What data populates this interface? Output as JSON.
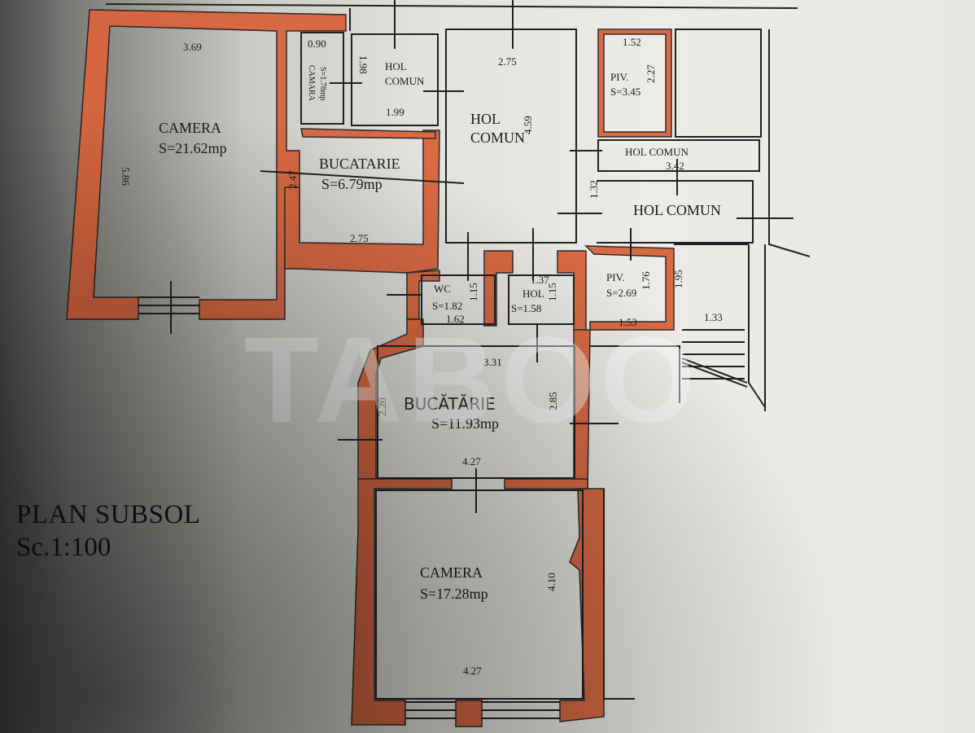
{
  "plan": {
    "title": "PLAN SUBSOL",
    "scale": "Sc.1:100"
  },
  "watermark": "TABOO",
  "colors": {
    "wall_red": "#d9643c",
    "line": "#222222",
    "paper": "#e9e8e4"
  },
  "rooms": {
    "camera_large": {
      "name": "CAMERA",
      "area": "S=21.62mp",
      "dim_top": "3.69",
      "dim_side": "5.86"
    },
    "camara": {
      "name": "CAMARA",
      "area": "S=1.78mp",
      "dim_top": "0.90"
    },
    "hol_comun_small": {
      "name_1": "HOL",
      "name_2": "COMUN",
      "dim_side": "1.98",
      "dim_bottom": "1.99"
    },
    "hol_comun_mid": {
      "name_1": "HOL",
      "name_2": "COMUN",
      "dim_top": "2.75",
      "dim_side": "4.59"
    },
    "bucatarie_small": {
      "name": "BUCATARIE",
      "area": "S=6.79mp",
      "dim_side": "2.47",
      "dim_bottom": "2.75"
    },
    "piv_top": {
      "name": "PIV.",
      "area": "S=3.45",
      "dim_top": "1.52",
      "dim_side": "2.27"
    },
    "hol_comun_strip": {
      "name": "HOL COMUN",
      "dim": "3.42"
    },
    "hol_comun_right": {
      "name": "HOL COMUN",
      "dim_side": "1.32"
    },
    "wc": {
      "name": "WC",
      "area": "S=1.82",
      "dim_bottom": "1.62",
      "dim_side": "1.15"
    },
    "hol_small": {
      "name": "HOL",
      "area": "S=1.58",
      "dim_top": "1.37",
      "dim_side": "1.15"
    },
    "piv_bottom": {
      "name": "PIV.",
      "area": "S=2.69",
      "dim_side": "1.76",
      "dim_bottom": "1.53"
    },
    "stair_area": {
      "dim_side": "1.95",
      "dim_bottom": "1.33"
    },
    "bucatarie_large": {
      "name": "BUCĂTĂRIE",
      "area": "S=11.93mp",
      "dim_top": "3.31",
      "dim_left": "2.20",
      "dim_right": "2.85",
      "dim_bottom": "4.27"
    },
    "camera_small": {
      "name": "CAMERA",
      "area": "S=17.28mp",
      "dim_right": "4.10",
      "dim_bottom": "4.27"
    }
  }
}
